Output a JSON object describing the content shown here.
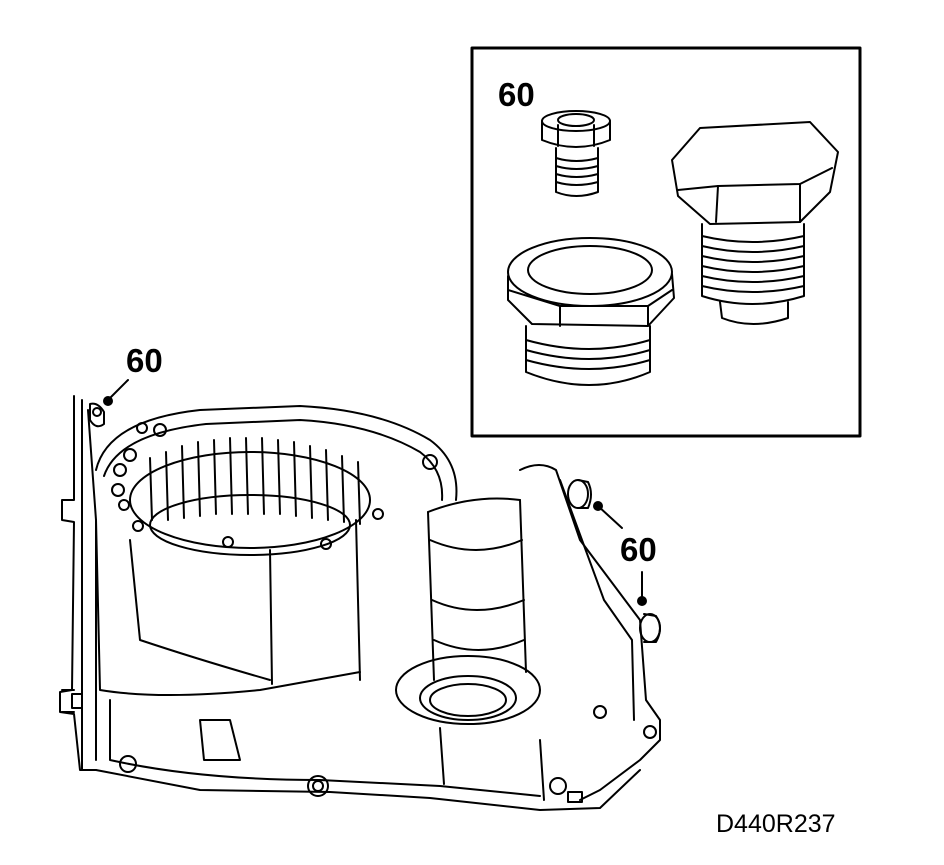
{
  "figure": {
    "reference_code": "D440R237",
    "callouts": [
      {
        "id": "inset",
        "text": "60"
      },
      {
        "id": "left-plug",
        "text": "60"
      },
      {
        "id": "right-plug",
        "text": "60"
      }
    ],
    "colors": {
      "line": "#000000",
      "background": "#ffffff"
    }
  }
}
